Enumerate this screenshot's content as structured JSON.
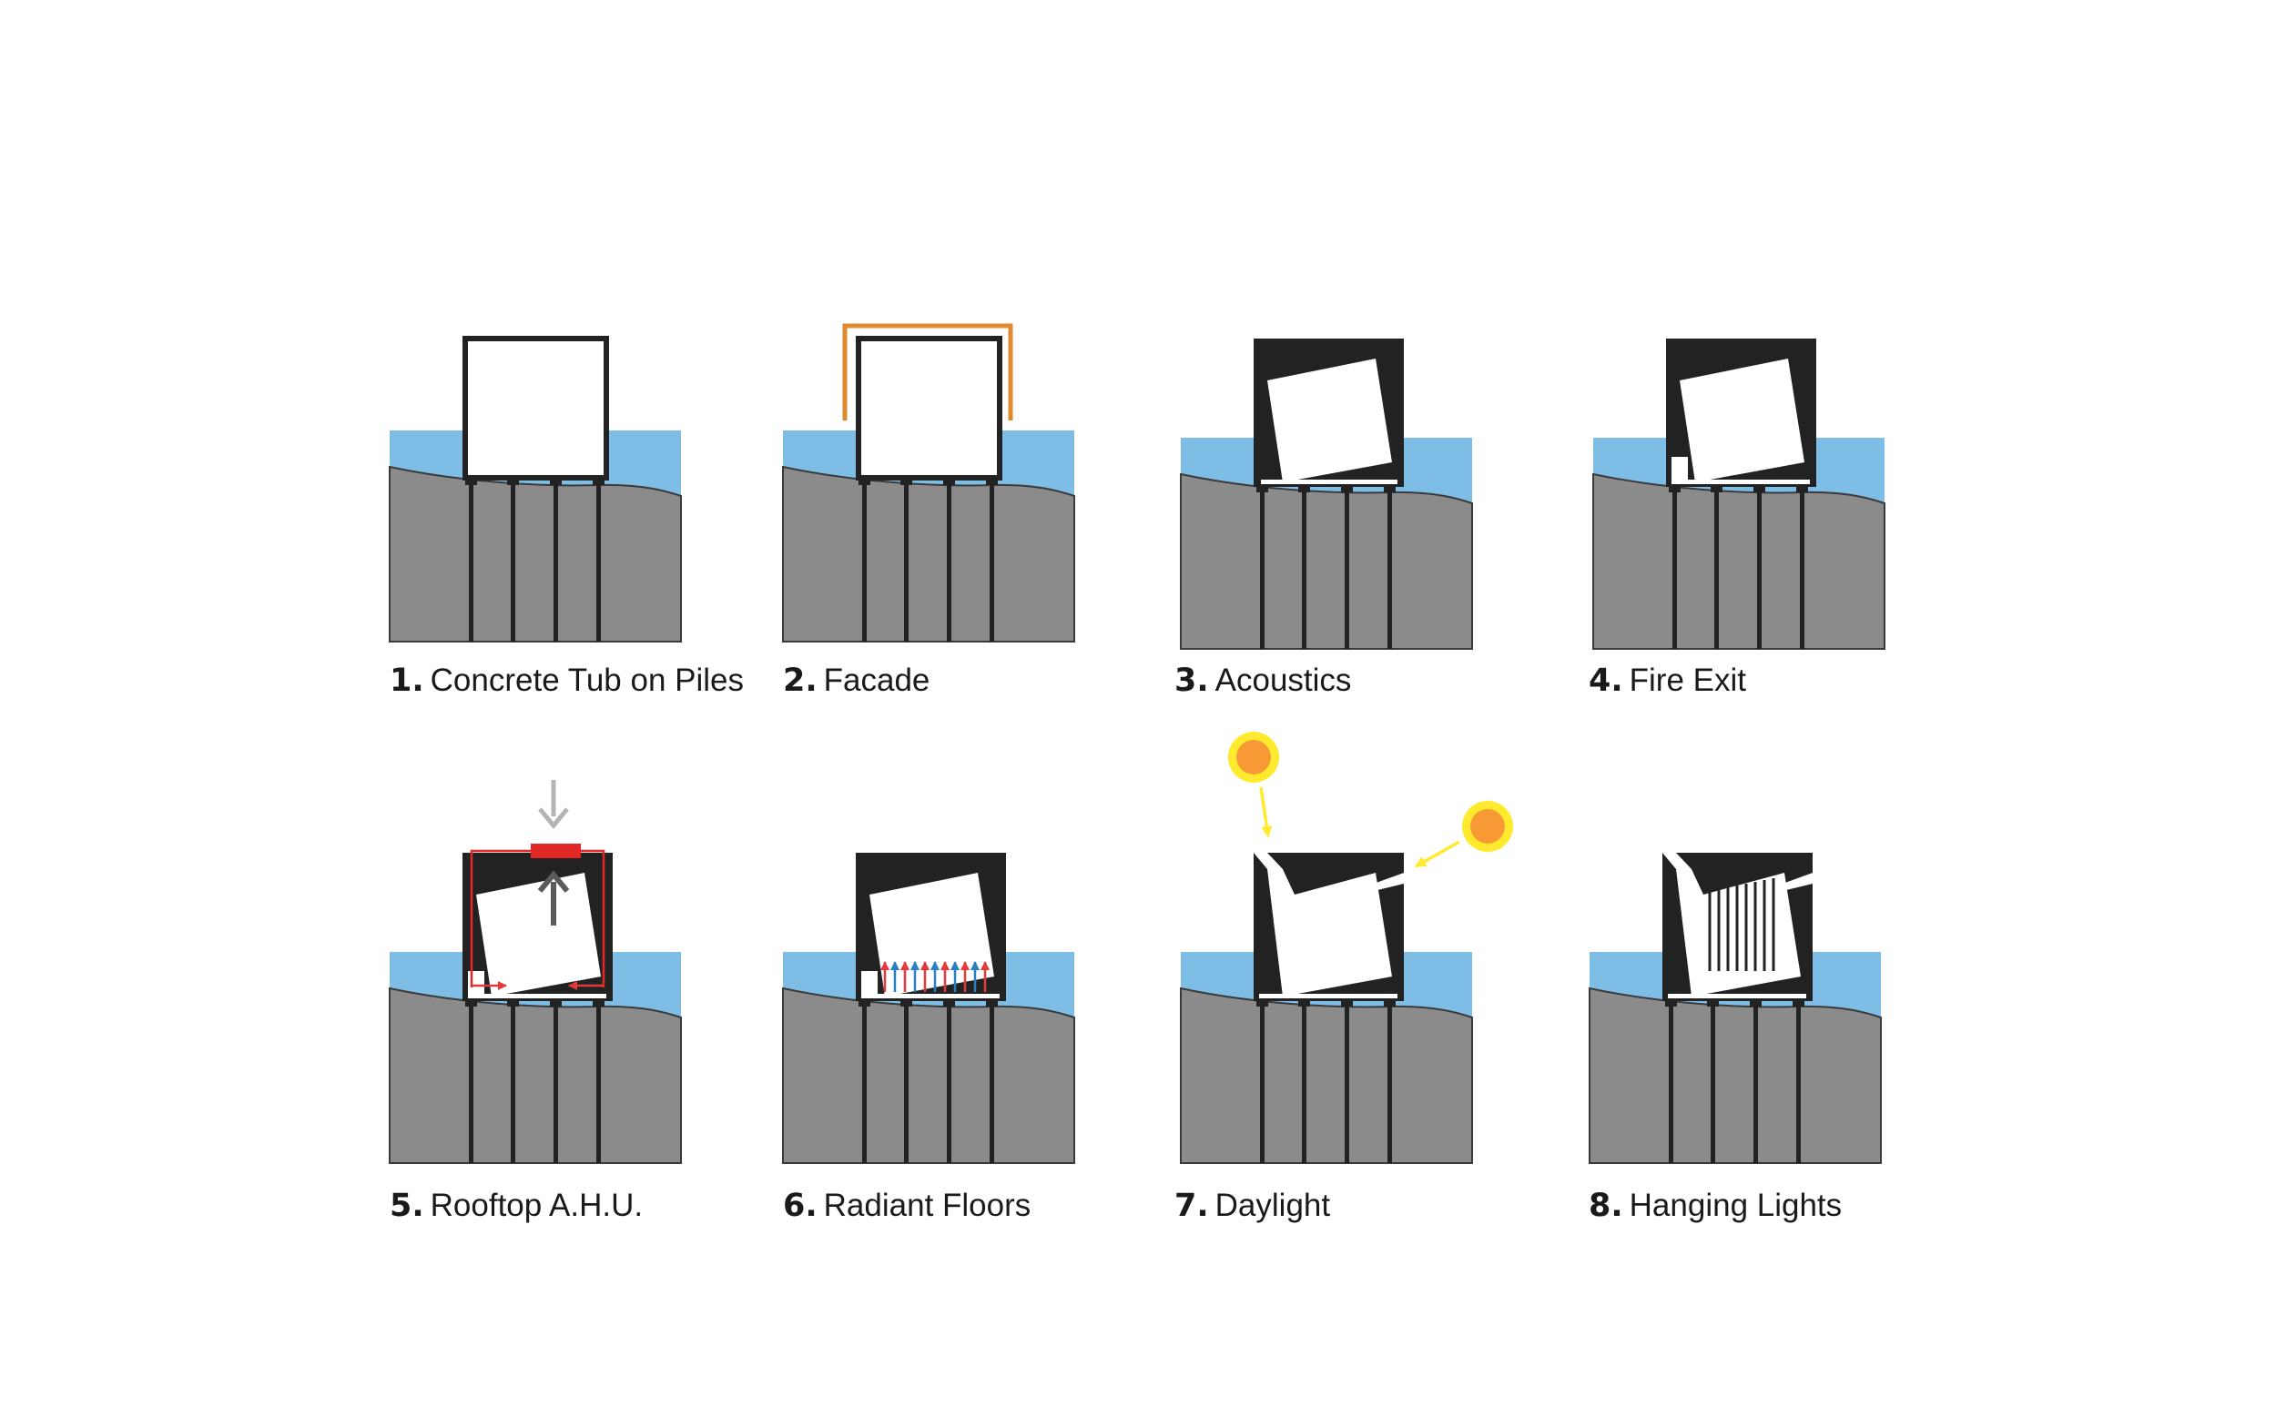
{
  "colors": {
    "water": "#7dbde6",
    "ground": "#8b8b8b",
    "structure": "#222222",
    "facade": "#e08a2e",
    "ahu": "#e32626",
    "heat_red": "#e23a3a",
    "heat_blue": "#2a7fc1",
    "sun_outer": "#ffea2e",
    "sun_inner": "#f79a35",
    "arrow_grey_light": "#b4b4b4",
    "arrow_grey_dark": "#5a5a5a"
  },
  "panels": [
    {
      "number": "1.",
      "label": "Concrete Tub on Piles",
      "icon": "concrete-tub-diagram"
    },
    {
      "number": "2.",
      "label": "Facade",
      "icon": "facade-diagram"
    },
    {
      "number": "3.",
      "label": "Acoustics",
      "icon": "acoustics-diagram"
    },
    {
      "number": "4.",
      "label": "Fire Exit",
      "icon": "fire-exit-diagram"
    },
    {
      "number": "5.",
      "label": "Rooftop A.H.U.",
      "icon": "rooftop-ahu-diagram"
    },
    {
      "number": "6.",
      "label": "Radiant Floors",
      "icon": "radiant-floors-diagram"
    },
    {
      "number": "7.",
      "label": "Daylight",
      "icon": "daylight-diagram"
    },
    {
      "number": "8.",
      "label": "Hanging Lights",
      "icon": "hanging-lights-diagram"
    }
  ]
}
